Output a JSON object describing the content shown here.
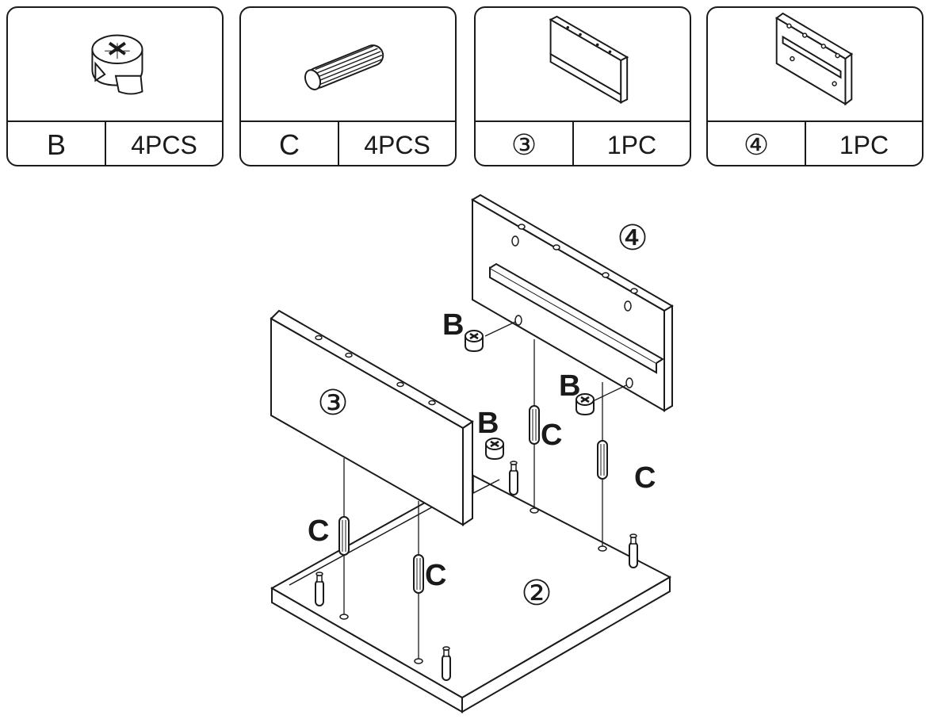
{
  "parts": [
    {
      "id": "B",
      "qty": "4PCS",
      "icon": "cam-lock-icon"
    },
    {
      "id": "C",
      "qty": "4PCS",
      "icon": "wooden-dowel-icon"
    },
    {
      "id": "③",
      "qty": "1PC",
      "icon": "side-panel-icon"
    },
    {
      "id": "④",
      "qty": "1PC",
      "icon": "back-panel-icon"
    }
  ],
  "assembly": {
    "panel_labels": {
      "side": "③",
      "back": "④",
      "base": "②"
    },
    "callouts": {
      "B": "B",
      "C": "C"
    }
  }
}
